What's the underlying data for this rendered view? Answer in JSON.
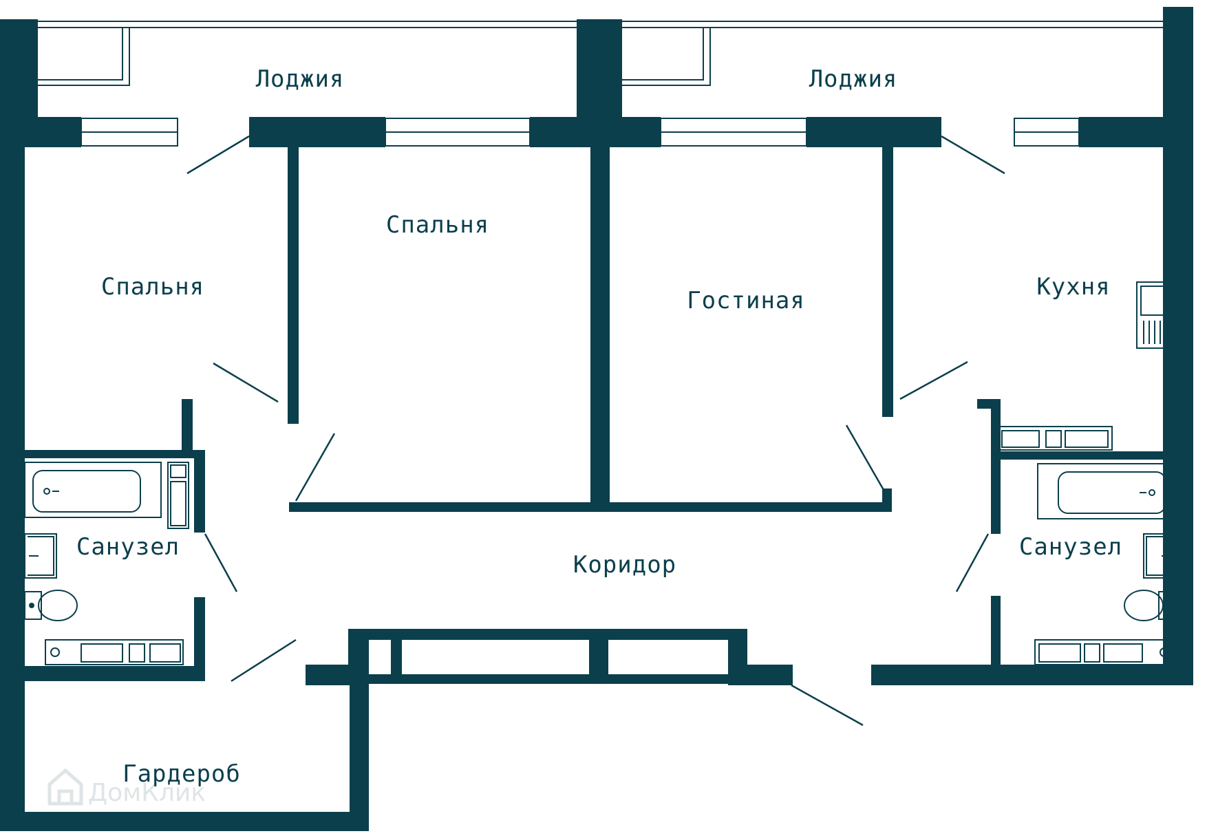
{
  "colors": {
    "wall": "#0b3f4c",
    "fixture": "#0b3f4c",
    "background": "#ffffff",
    "watermark": "#dfe4e6"
  },
  "rooms": {
    "loggia_left": "Лоджия",
    "loggia_right": "Лоджия",
    "bedroom_left": "Спальня",
    "bedroom_center": "Спальня",
    "living_room": "Гостиная",
    "kitchen": "Кухня",
    "bathroom_left": "Санузел",
    "bathroom_right": "Санузел",
    "corridor": "Коридор",
    "wardrobe": "Гардероб"
  },
  "watermark": {
    "text": "ДомКлик",
    "icon": "house-logo-icon"
  }
}
